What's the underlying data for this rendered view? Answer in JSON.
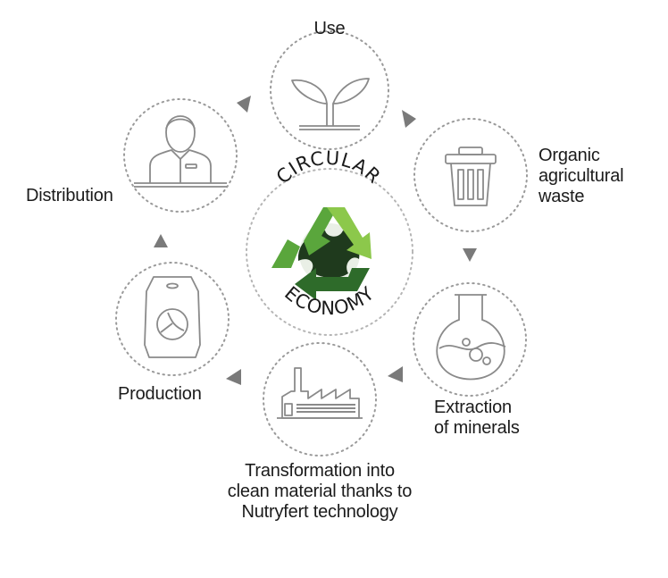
{
  "center": {
    "top_word": "CIRCULAR",
    "bottom_word": "ECONOMY",
    "colors": {
      "green_light": "#8cc84b",
      "green_mid": "#5aa63c",
      "green_dark": "#2e6b2a",
      "globe": "#1f3a1d"
    }
  },
  "stages": [
    {
      "label": "Use",
      "icon": "plant-sprout-icon"
    },
    {
      "label_lines": [
        "Organic",
        "agricultural",
        "waste"
      ],
      "icon": "trash-bin-icon"
    },
    {
      "label_lines": [
        "Extraction",
        "of minerals"
      ],
      "icon": "flask-icon"
    },
    {
      "label_lines": [
        "Transformation into",
        "clean material thanks to",
        "Nutryfert technology"
      ],
      "icon": "factory-icon"
    },
    {
      "label": "Production",
      "icon": "fertilizer-bag-icon"
    },
    {
      "label": "Distribution",
      "icon": "salesperson-icon"
    }
  ],
  "style": {
    "stroke": "#8a8a8a",
    "arrow": "#7a7a7a"
  }
}
